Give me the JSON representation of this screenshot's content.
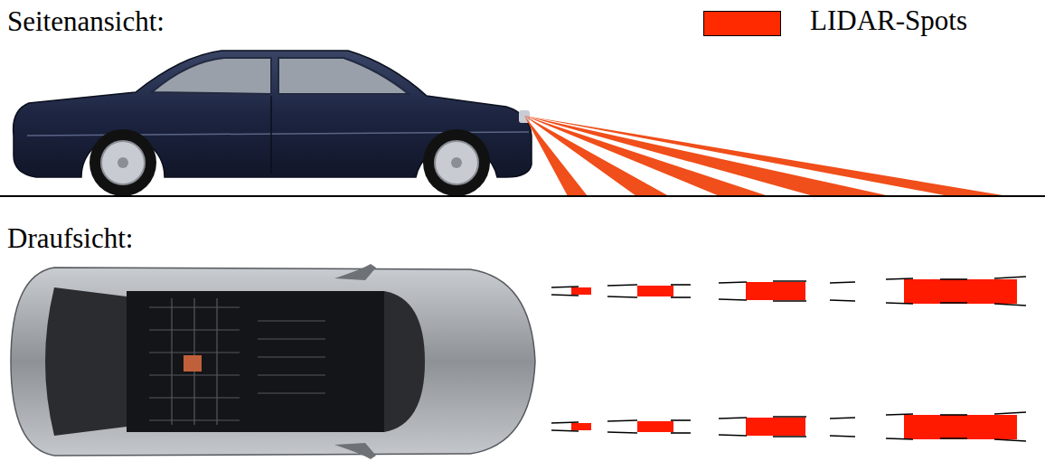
{
  "diagram": {
    "labels": [
      "Seitenansicht:",
      "Draufsicht:"
    ],
    "legend": [
      {
        "text": "LIDAR-Spots",
        "color": "#ff2a00"
      }
    ]
  }
}
